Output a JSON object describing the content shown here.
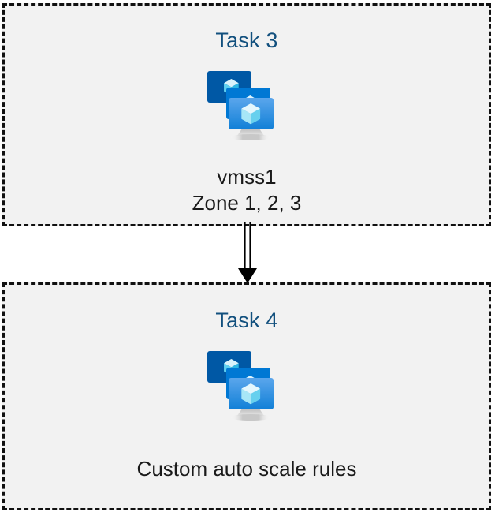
{
  "diagram": {
    "background_color": "#ffffff",
    "box_fill_color": "#f2f2f2",
    "box_border_color": "#111111",
    "title_color": "#12507e",
    "caption_color": "#1a1a1a",
    "connector": {
      "name": "double-line-arrow",
      "direction": "down",
      "color": "#000000"
    },
    "boxes": [
      {
        "id": "task-3",
        "title": "Task 3",
        "icon": "vmss-icon",
        "caption_lines": [
          "vmss1",
          "Zone 1, 2, 3"
        ]
      },
      {
        "id": "task-4",
        "title": "Task 4",
        "icon": "vmss-icon",
        "caption_lines": [
          "Custom auto scale rules"
        ]
      }
    ]
  },
  "icon_colors": {
    "monitor_back": "#0058a5",
    "monitor_mid": "#0078d4",
    "monitor_front_top": "#50a0e8",
    "monitor_front_bottom": "#1a88dd",
    "cube_light": "#d9f2fb",
    "cube_mid": "#9fe2f5",
    "cube_dark": "#32bde8",
    "stand_light": "#d8d8d8",
    "stand_dark": "#a6a6a6"
  }
}
